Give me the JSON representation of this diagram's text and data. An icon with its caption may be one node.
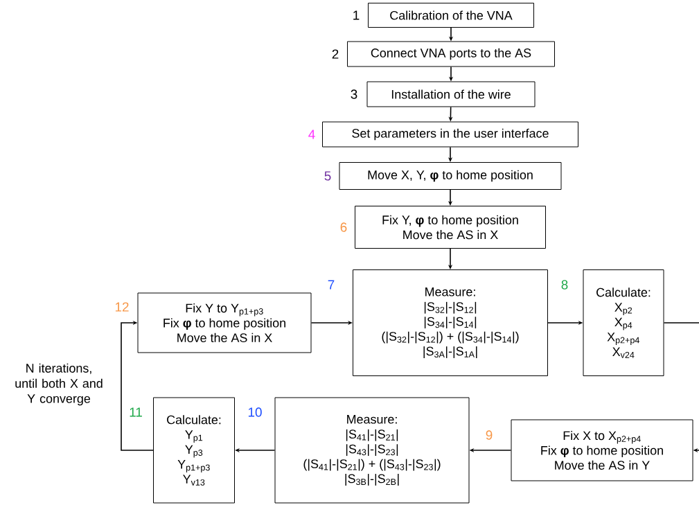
{
  "diagram": {
    "nodes": [
      {
        "text": [
          "Calibration of the VNA"
        ],
        "beside": [
          "1"
        ]
      },
      {
        "text": [
          "Connect VNA ports to the AS"
        ],
        "beside": [
          "2"
        ]
      },
      {
        "text": [
          "Installation of the wire"
        ],
        "beside": [
          "3"
        ]
      },
      {
        "text": [
          "Set parameters in the user interface"
        ],
        "beside": [
          "4"
        ]
      },
      {
        "text": [
          "Move X, Y, **φ** to home position"
        ],
        "beside": [
          "5"
        ]
      },
      {
        "text": [
          "Fix Y, **φ** to home position",
          "Move the AS in X"
        ],
        "beside": [
          "6"
        ]
      },
      {
        "text": [
          "Fix Y to Y$_{p1+p3}$",
          "Fix **φ** to home position",
          "Move the AS in X"
        ],
        "beside": [
          "12"
        ]
      },
      {
        "text": [
          "Measure:",
          "|S$_{32}$|-|S$_{12}$|",
          "|S$_{34}$|-|S$_{14}$|",
          "(|S$_{32}$|-|S$_{12}$|) + (|S$_{34}$|-|S$_{14}$|)",
          "|S$_{3A}$|-|S$_{1A}$|"
        ],
        "beside": [
          "7"
        ]
      },
      {
        "text": [
          "Calculate:",
          "X$_{p2}$",
          "X$_{p4}$",
          "X$_{p2+p4}$",
          "X$_{v24}$"
        ],
        "beside": [
          "8"
        ]
      },
      {
        "text": [
          "Calculate:",
          "Y$_{p1}$",
          "Y$_{p3}$",
          "Y$_{p1+p3}$",
          "Y$_{v13}$"
        ],
        "beside": [
          "11"
        ]
      },
      {
        "text": [
          "Measure:",
          "|S$_{41}$|-|S$_{21}$|",
          "|S$_{43}$|-|S$_{23}$|",
          "(|S$_{41}$|-|S$_{21}$|) + (|S$_{43}$|-|S$_{23}$|)",
          "|S$_{3B}$|-|S$_{2B}$|"
        ],
        "beside": [
          "10"
        ]
      },
      {
        "text": [
          "Fix X to X$_{p2+p4}$",
          "Fix **φ** to home position",
          "Move the AS in Y"
        ],
        "beside": [
          "9"
        ]
      }
    ],
    "edges": [
      {
        "from": 0,
        "to": 1,
        "arrow": "to"
      },
      {
        "from": 1,
        "to": 2,
        "arrow": "to"
      },
      {
        "from": 2,
        "to": 3,
        "arrow": "to"
      },
      {
        "from": 3,
        "to": 4,
        "arrow": "to"
      },
      {
        "from": 4,
        "to": 5,
        "arrow": "to"
      },
      {
        "from": 5,
        "to": 7,
        "arrow": "to"
      },
      {
        "from": 6,
        "to": 7,
        "arrow": "to"
      },
      {
        "from": 7,
        "to": 8,
        "arrow": "to"
      },
      {
        "from": 8,
        "to": 11,
        "arrow": "to"
      },
      {
        "from": 11,
        "to": 10,
        "arrow": "to"
      },
      {
        "from": 10,
        "to": 9,
        "arrow": "to"
      },
      {
        "from": 9,
        "to": 6,
        "arrow": "to",
        "label": "N iterations, until both X and Y converge"
      }
    ]
  }
}
